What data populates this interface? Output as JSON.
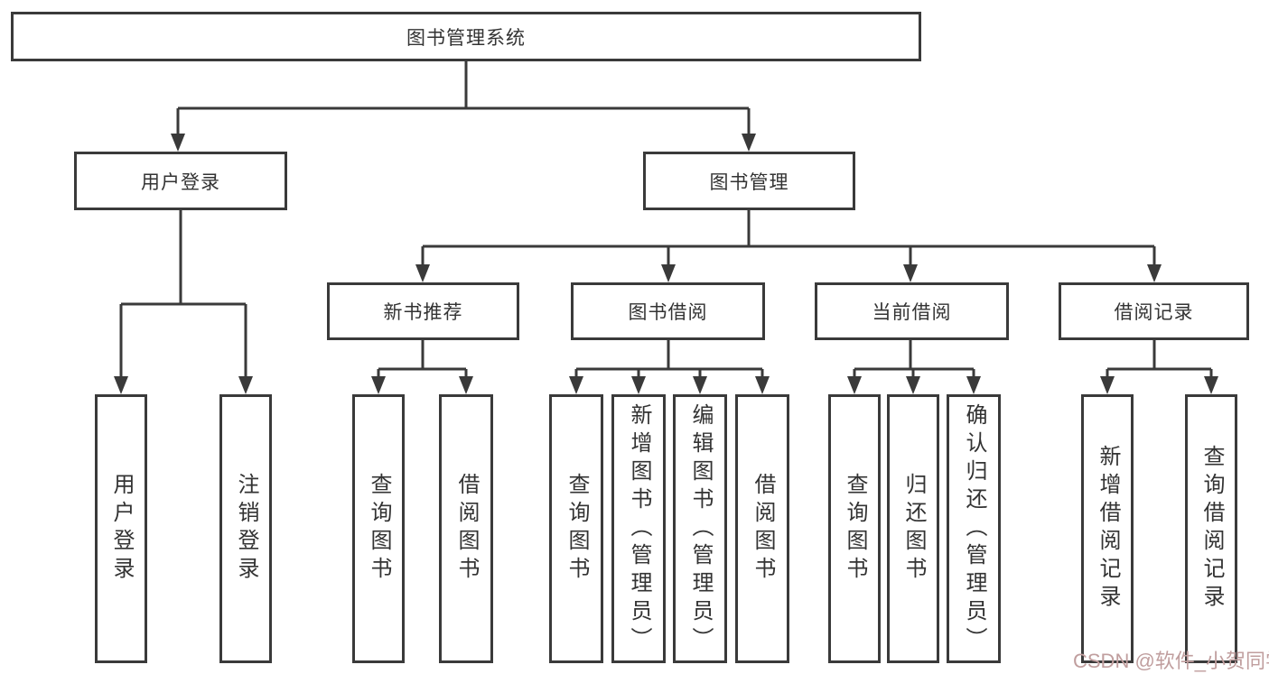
{
  "diagram_type": "hierarchy-tree",
  "tree": {
    "label": "图书管理系统",
    "children": [
      {
        "label": "用户登录",
        "children": [
          {
            "label": "用户登录"
          },
          {
            "label": "注销登录"
          }
        ]
      },
      {
        "label": "图书管理",
        "children": [
          {
            "label": "新书推荐",
            "children": [
              {
                "label": "查询图书"
              },
              {
                "label": "借阅图书"
              }
            ]
          },
          {
            "label": "图书借阅",
            "children": [
              {
                "label": "查询图书"
              },
              {
                "label": "新增图书（管理员）"
              },
              {
                "label": "编辑图书（管理员）"
              },
              {
                "label": "借阅图书"
              }
            ]
          },
          {
            "label": "当前借阅",
            "children": [
              {
                "label": "查询图书"
              },
              {
                "label": "归还图书"
              },
              {
                "label": "确认归还（管理员）"
              }
            ]
          },
          {
            "label": "借阅记录",
            "children": [
              {
                "label": "新增借阅记录"
              },
              {
                "label": "查询借阅记录"
              }
            ]
          }
        ]
      }
    ]
  },
  "watermark": {
    "text": "CSDN @软件_小贺同学",
    "color": "#c09e9e"
  },
  "style": {
    "line_color": "#3a3a3a",
    "background": "#ffffff",
    "text_color": "#333333"
  }
}
